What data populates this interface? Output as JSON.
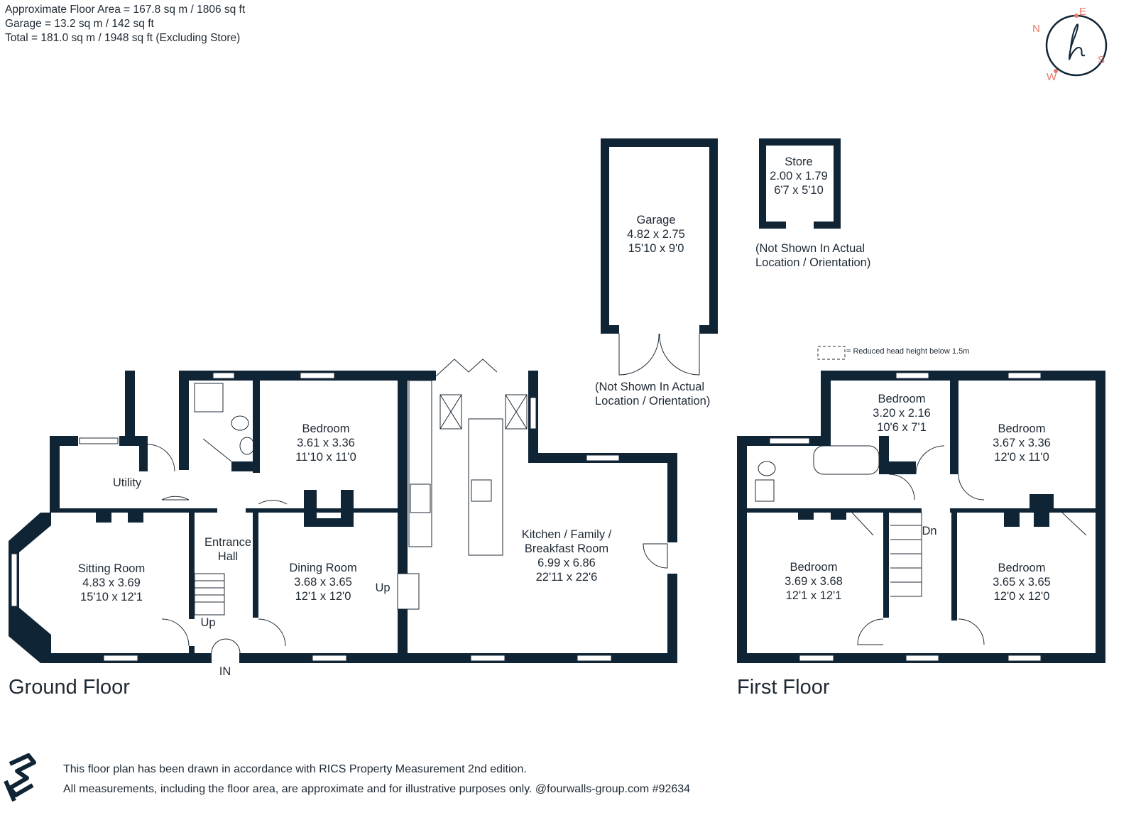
{
  "area_summary": {
    "floor_area": "Approximate Floor Area = 167.8 sq m / 1806 sq ft",
    "garage": "Garage = 13.2 sq m / 142 sq ft",
    "total": "Total = 181.0 sq m / 1948 sq ft (Excluding Store)"
  },
  "compass": {
    "n": "N",
    "e": "E",
    "s": "S",
    "w": "W",
    "logo_letter": "h",
    "accent_color": "#e8796b"
  },
  "ground_floor": {
    "title": "Ground Floor",
    "rooms": {
      "utility": {
        "name": "Utility"
      },
      "sitting": {
        "name": "Sitting Room",
        "metric": "4.83 x 3.69",
        "imperial": "15'10 x 12'1"
      },
      "entrance": {
        "name1": "Entrance",
        "name2": "Hall"
      },
      "bedroom": {
        "name": "Bedroom",
        "metric": "3.61 x 3.36",
        "imperial": "11'10 x 11'0"
      },
      "dining": {
        "name": "Dining Room",
        "metric": "3.68 x 3.65",
        "imperial": "12'1 x 12'0"
      },
      "kitchen": {
        "name1": "Kitchen / Family /",
        "name2": "Breakfast Room",
        "metric": "6.99 x 6.86",
        "imperial": "22'11 x 22'6"
      }
    },
    "up1": "Up",
    "up2": "Up",
    "entry": "IN"
  },
  "garage": {
    "name": "Garage",
    "metric": "4.82 x 2.75",
    "imperial": "15'10 x 9'0",
    "note1": "(Not Shown In Actual",
    "note2": "Location / Orientation)"
  },
  "store": {
    "name": "Store",
    "metric": "2.00 x 1.79",
    "imperial": "6'7 x 5'10",
    "note1": "(Not Shown In Actual",
    "note2": "Location / Orientation)"
  },
  "legend": {
    "reduced_height": "= Reduced head height below 1.5m"
  },
  "first_floor": {
    "title": "First Floor",
    "rooms": {
      "bedroom_small": {
        "name": "Bedroom",
        "metric": "3.20 x 2.16",
        "imperial": "10'6 x 7'1"
      },
      "bedroom_tr": {
        "name": "Bedroom",
        "metric": "3.67 x 3.36",
        "imperial": "12'0 x 11'0"
      },
      "bedroom_bl": {
        "name": "Bedroom",
        "metric": "3.69 x 3.68",
        "imperial": "12'1 x 12'1"
      },
      "bedroom_br": {
        "name": "Bedroom",
        "metric": "3.65 x 3.65",
        "imperial": "12'0 x 12'0"
      }
    },
    "down": "Dn"
  },
  "footer": {
    "line1": "This floor plan has been drawn in accordance with RICS Property Measurement 2nd edition.",
    "line2": "All measurements, including the floor area, are approximate and for illustrative purposes only. @fourwalls-group.com #92634"
  }
}
